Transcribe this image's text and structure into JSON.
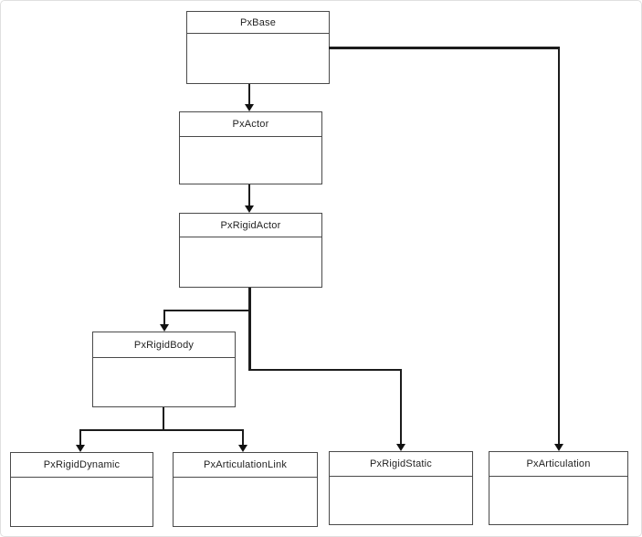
{
  "window": {
    "background": "#ffffff",
    "border_color": "#e0e0e0"
  },
  "diagram": {
    "type": "class-hierarchy",
    "colors": {
      "box_border": "#4a4a4a",
      "box_fill": "#ffffff",
      "line": "#1c1c1c",
      "text": "#1f1f1f"
    },
    "nodes": [
      {
        "id": "pxbase",
        "label": "PxBase"
      },
      {
        "id": "pxactor",
        "label": "PxActor"
      },
      {
        "id": "pxrigidactor",
        "label": "PxRigidActor"
      },
      {
        "id": "pxrigidbody",
        "label": "PxRigidBody"
      },
      {
        "id": "pxrigiddynamic",
        "label": "PxRigidDynamic"
      },
      {
        "id": "pxarticulationlink",
        "label": "PxArticulationLink"
      },
      {
        "id": "pxrigidstatic",
        "label": "PxRigidStatic"
      },
      {
        "id": "pxarticulation",
        "label": "PxArticulation"
      }
    ],
    "edges": [
      {
        "from": "PxBase",
        "to": "PxActor"
      },
      {
        "from": "PxBase",
        "to": "PxArticulation"
      },
      {
        "from": "PxActor",
        "to": "PxRigidActor"
      },
      {
        "from": "PxRigidActor",
        "to": "PxRigidBody"
      },
      {
        "from": "PxRigidActor",
        "to": "PxRigidStatic"
      },
      {
        "from": "PxRigidBody",
        "to": "PxRigidDynamic"
      },
      {
        "from": "PxRigidBody",
        "to": "PxArticulationLink"
      }
    ]
  }
}
